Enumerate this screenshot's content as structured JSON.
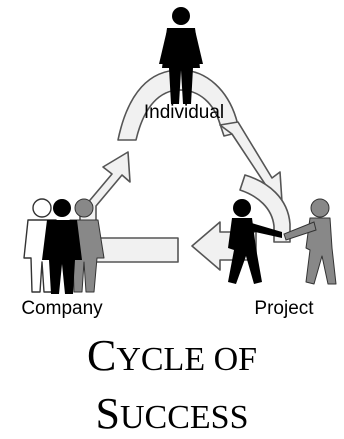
{
  "diagram": {
    "nodes": {
      "individual": "Individual",
      "company": "Company",
      "project": "Project"
    },
    "title": {
      "line1_cap": "C",
      "line1_rest": "YCLE OF",
      "line2_cap": "S",
      "line2_rest": "UCCESS"
    }
  },
  "colors": {
    "arrow_fill": "#f1f1f1",
    "arrow_stroke": "#555555",
    "figure_black": "#000000",
    "figure_gray": "#888888",
    "figure_white": "#ffffff"
  }
}
